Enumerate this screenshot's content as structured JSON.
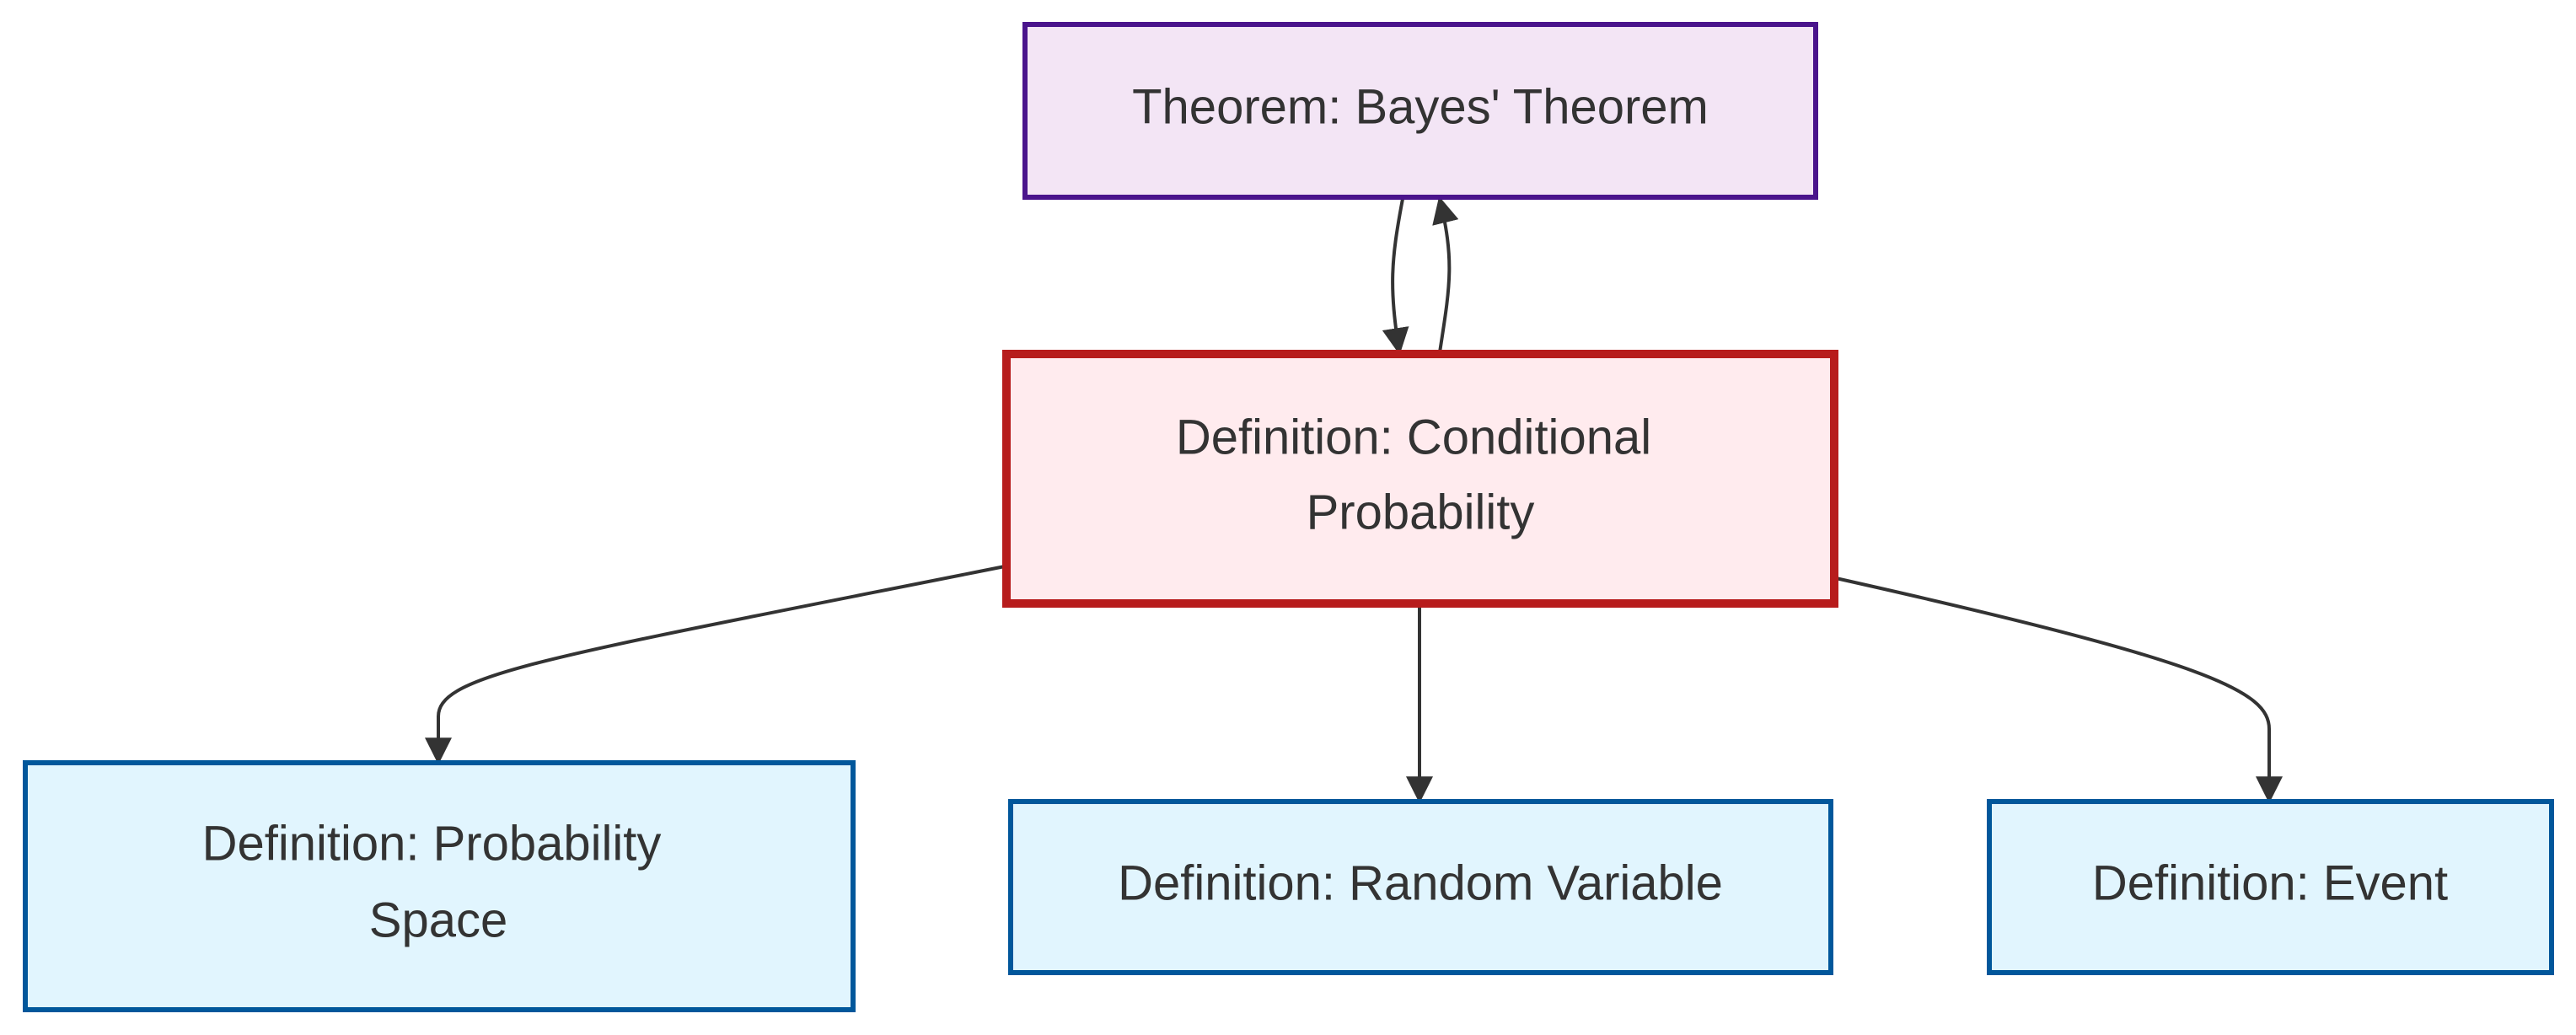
{
  "nodes": {
    "bayes_theorem": {
      "label": "Theorem: Bayes' Theorem",
      "kind": "theorem",
      "fill": "#f3e5f5",
      "stroke": "#4a148c"
    },
    "conditional_probability": {
      "line1": "Definition: Conditional",
      "line2": "Probability",
      "kind": "definition-highlighted",
      "fill": "#ffebee",
      "stroke": "#b71c1c"
    },
    "probability_space": {
      "line1": "Definition: Probability",
      "line2": "Space",
      "kind": "definition",
      "fill": "#e1f5fe",
      "stroke": "#01579b"
    },
    "random_variable": {
      "label": "Definition: Random Variable",
      "kind": "definition",
      "fill": "#e1f5fe",
      "stroke": "#01579b"
    },
    "event": {
      "label": "Definition: Event",
      "kind": "definition",
      "fill": "#e1f5fe",
      "stroke": "#01579b"
    }
  },
  "edges": [
    {
      "from": "bayes_theorem",
      "to": "conditional_probability"
    },
    {
      "from": "conditional_probability",
      "to": "bayes_theorem"
    },
    {
      "from": "conditional_probability",
      "to": "probability_space"
    },
    {
      "from": "conditional_probability",
      "to": "random_variable"
    },
    {
      "from": "conditional_probability",
      "to": "event"
    }
  ],
  "colors": {
    "edge": "#333333",
    "text": "#333333"
  }
}
